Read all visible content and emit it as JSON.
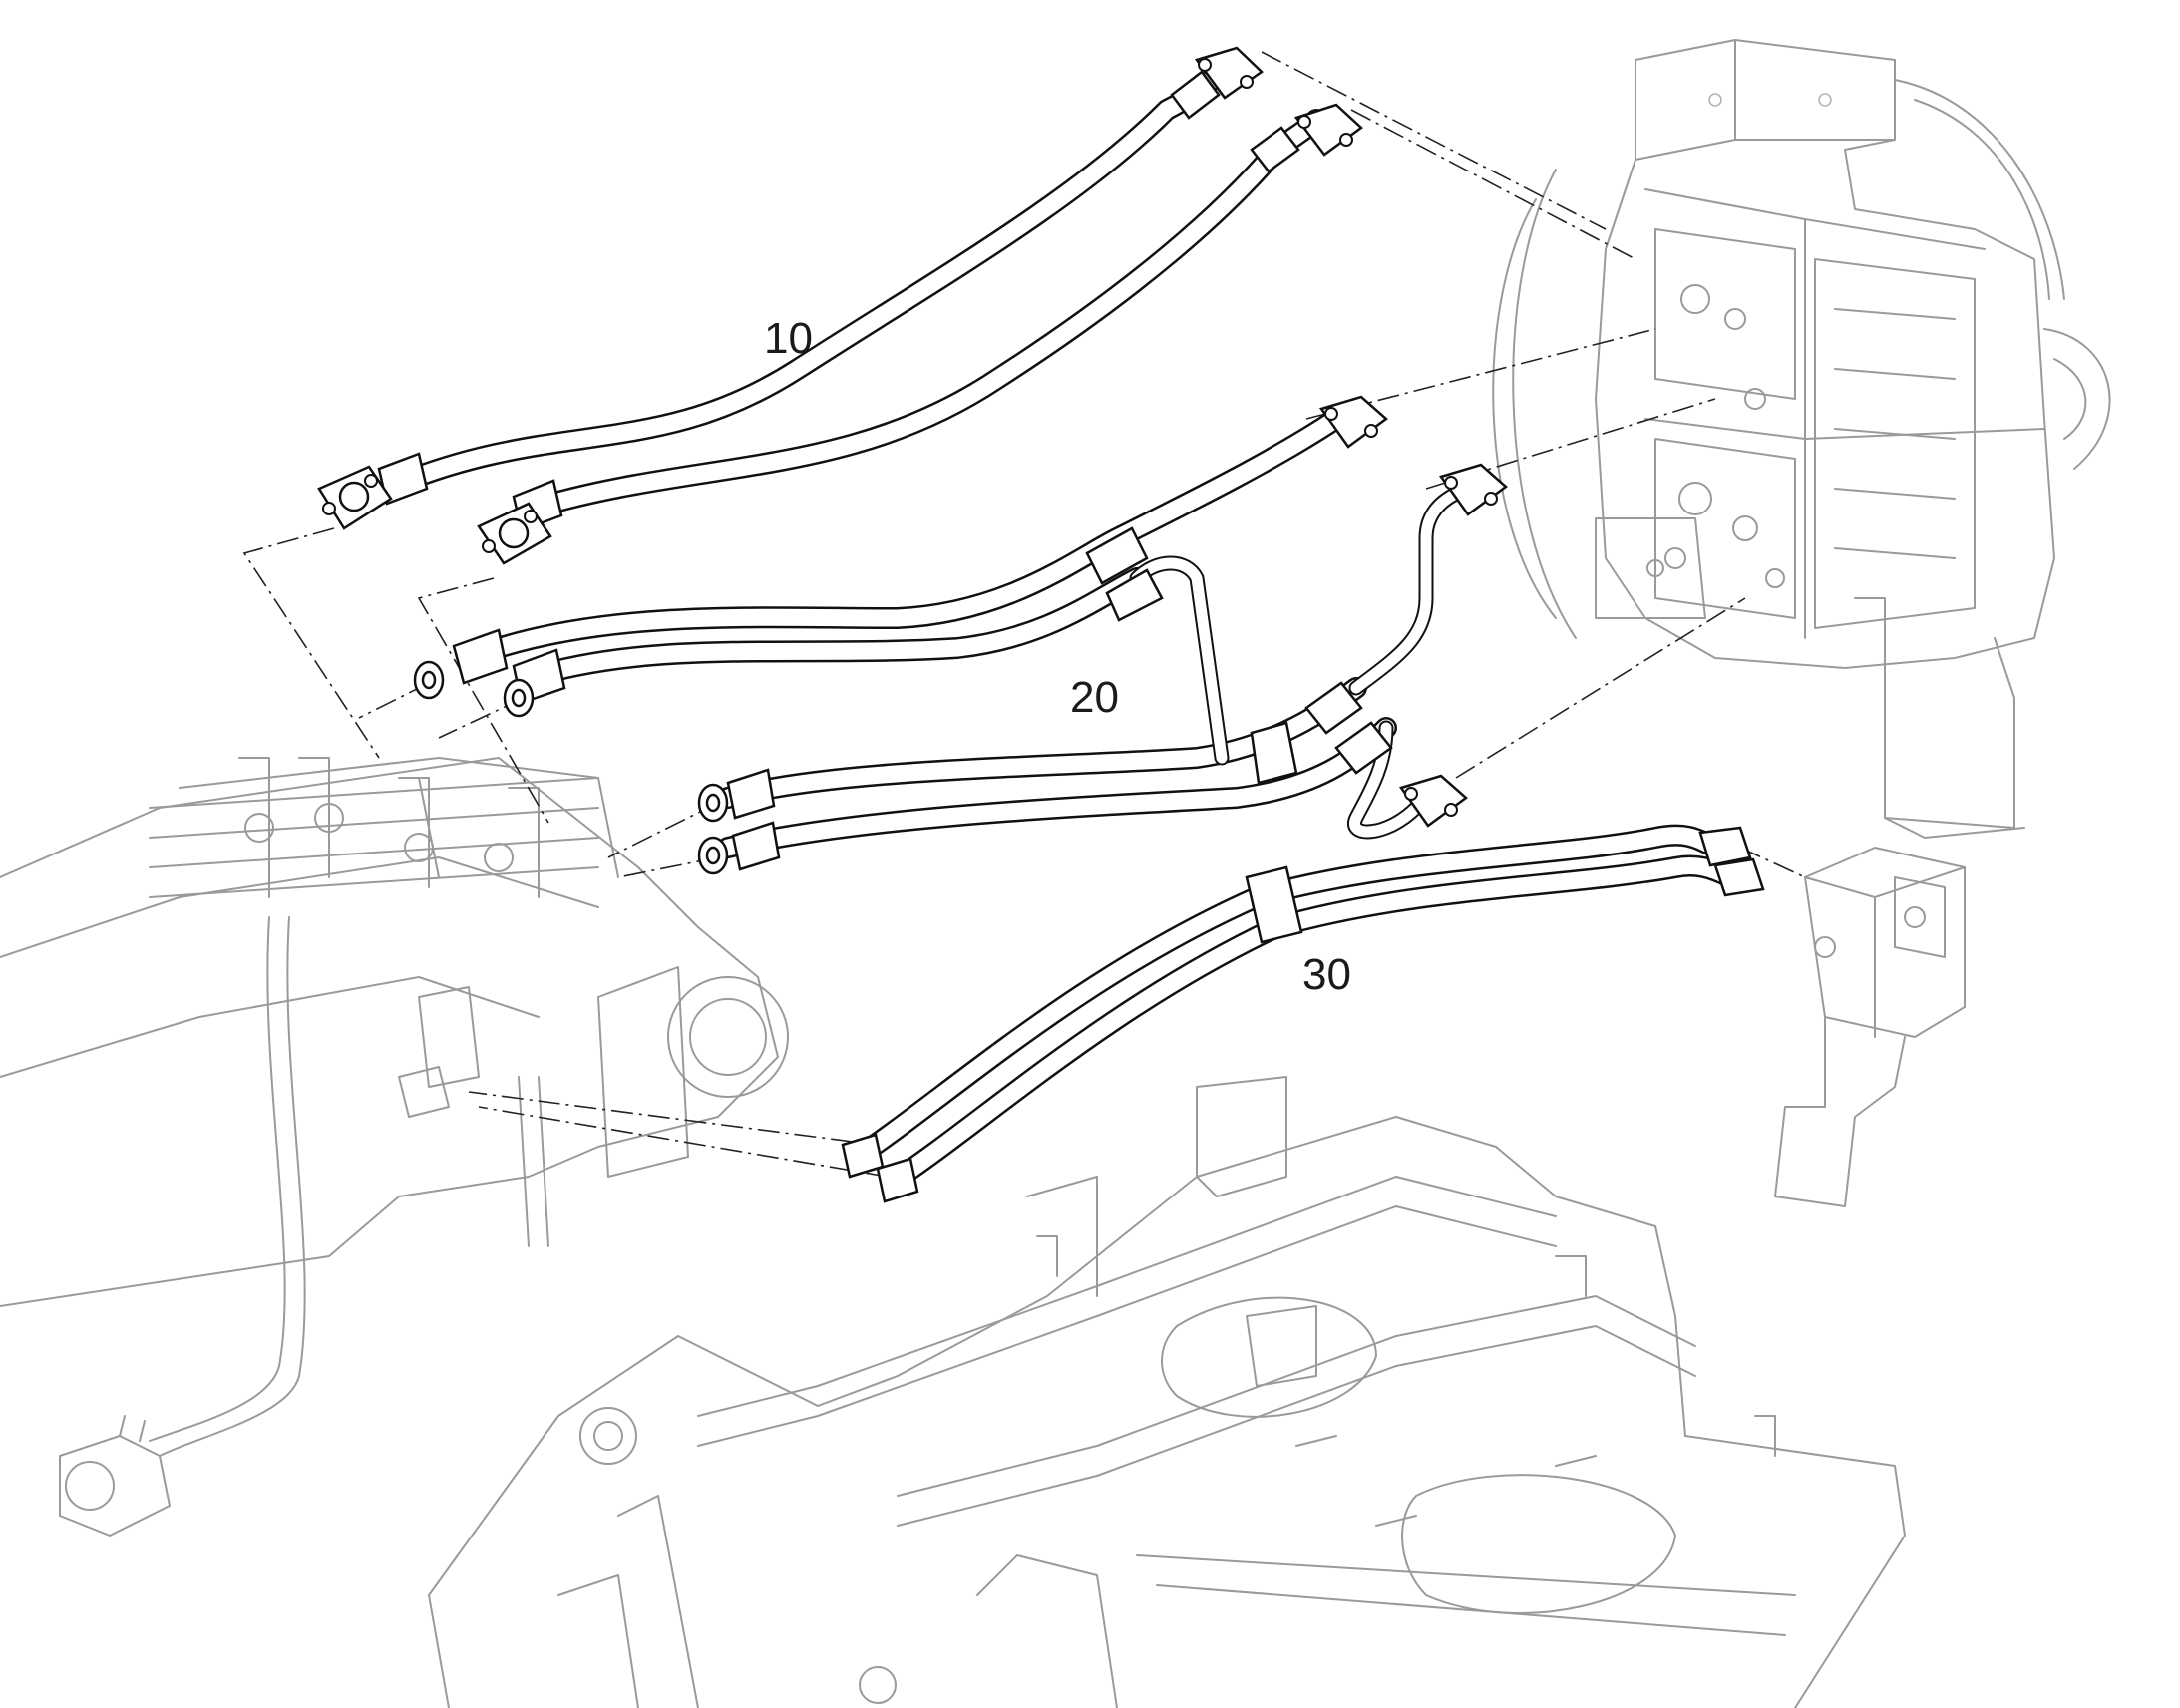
{
  "callouts": [
    {
      "id": "callout-10",
      "label": "10"
    },
    {
      "id": "callout-20",
      "label": "20"
    },
    {
      "id": "callout-30",
      "label": "30"
    }
  ],
  "colors": {
    "line": "#111111",
    "ghost": "#9a9a9a",
    "background": "#ffffff"
  }
}
